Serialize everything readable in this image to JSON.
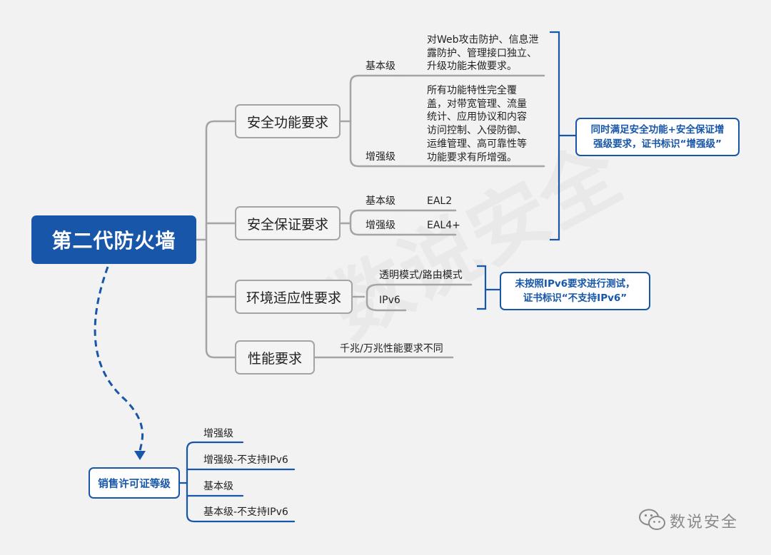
{
  "root": {
    "title": "第二代防火墙"
  },
  "branches": {
    "func": {
      "label": "安全功能要求",
      "basic_label": "基本级",
      "basic_lines": [
        "对Web攻击防护、信息泄",
        "露防护、管理接口独立、",
        "升级功能未做要求。"
      ],
      "enh_label": "增强级",
      "enh_lines": [
        "所有功能特性完全覆",
        "盖，对带宽管理、流量",
        "统计、应用协议和内容",
        "访问控制、入侵防御、",
        "运维管理、高可靠性等",
        "功能要求有所增强。"
      ]
    },
    "assure": {
      "label": "安全保证要求",
      "basic_label": "基本级",
      "basic_value": "EAL2",
      "enh_label": "增强级",
      "enh_value": "EAL4+"
    },
    "env": {
      "label": "环境适应性要求",
      "item1": "透明模式/路由模式",
      "item2": "IPv6"
    },
    "perf": {
      "label": "性能要求",
      "item1": "千兆/万兆性能要求不同"
    }
  },
  "callouts": {
    "enhanced": [
      "同时满足安全功能+安全保证增",
      "强级要求，证书标识“增强级”"
    ],
    "ipv6": [
      "未按照IPv6要求进行测试，",
      "证书标识“不支持IPv6”"
    ]
  },
  "sales": {
    "label": "销售许可证等级",
    "levels": [
      "增强级",
      "增强级-不支持IPv6",
      "基本级",
      "基本级-不支持IPv6"
    ]
  },
  "watermark": {
    "brand": "数说安全"
  },
  "colors": {
    "accent": "#1756a8",
    "line": "#a4a4a4"
  }
}
